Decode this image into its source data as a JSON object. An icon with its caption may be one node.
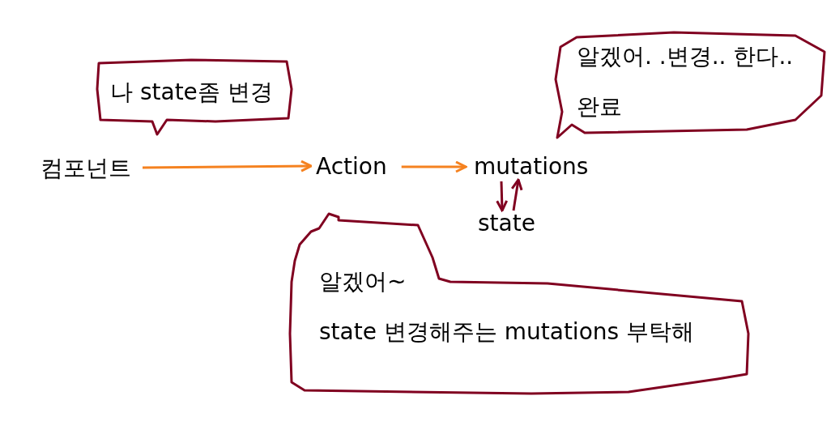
{
  "diagram": {
    "nodes": [
      {
        "text": [
          "컴포넌트"
        ]
      },
      {
        "text": [
          "Action"
        ]
      },
      {
        "text": [
          "mutations"
        ]
      },
      {
        "text": [
          "state"
        ]
      },
      {
        "text": [
          "나 state좀 변경"
        ]
      },
      {
        "text": [
          "알겠어. .변경.. 한다..",
          "완료"
        ]
      },
      {
        "text": [
          "알겠어~",
          "state 변경해주는 mutations 부탁해"
        ]
      }
    ],
    "edges": [
      {
        "from": 0,
        "to": 1,
        "arrow": "to",
        "color": "#f58220"
      },
      {
        "from": 1,
        "to": 2,
        "arrow": "to",
        "color": "#f58220"
      },
      {
        "from": 2,
        "to": 3,
        "arrow": "to",
        "color": "#800020"
      },
      {
        "from": 3,
        "to": 2,
        "arrow": "to",
        "color": "#800020"
      }
    ]
  }
}
